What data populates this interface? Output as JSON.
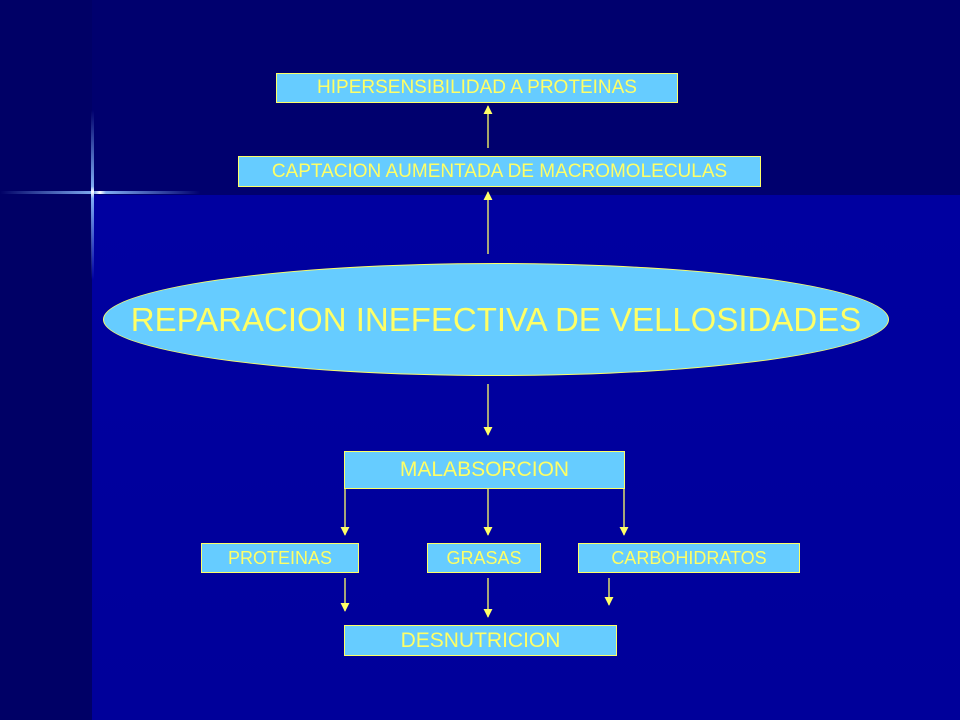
{
  "diagram": {
    "top_box": "HIPERSENSIBILIDAD A PROTEINAS",
    "second_box": "CAPTACION AUMENTADA DE MACROMOLECULAS",
    "ellipse": "REPARACION INEFECTIVA DE VELLOSIDADES",
    "malabsorcion": "MALABSORCION",
    "proteinas": "PROTEINAS",
    "grasas": "GRASAS",
    "carbohidratos": "CARBOHIDRATOS",
    "desnutricion": "DESNUTRICION"
  },
  "colors": {
    "box_fill": "#66ccff",
    "text_and_arrows": "#ffff66",
    "background": "#000099"
  }
}
